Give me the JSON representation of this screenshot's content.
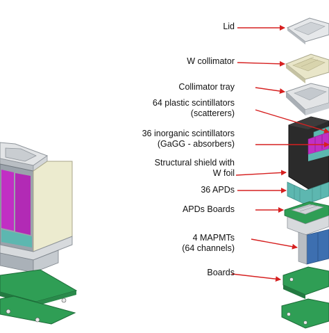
{
  "labels": {
    "lid": "Lid",
    "w_collimator": "W collimator",
    "collimator_tray": "Collimator tray",
    "plastic_line1": "64 plastic scintillators",
    "plastic_line2": "(scatterers)",
    "inorganic_line1": "36 inorganic scintillators",
    "inorganic_line2": "(GaGG - absorbers)",
    "shield_line1": "Structural shield with",
    "shield_line2": "W foil",
    "apds": "36 APDs",
    "apd_boards": "APDs Boards",
    "mapmt_line1": "4 MAPMTs",
    "mapmt_line2": "(64 channels)",
    "boards": "Boards"
  },
  "colors": {
    "arrow": "#d62020",
    "plate_light": "#e6e8ea",
    "plate_edge": "#8e949a",
    "collimator": "#e9e6c9",
    "shield_dark": "#2b2b2b",
    "magenta": "#c12fc4",
    "teal": "#5db7b0",
    "pcb_green": "#2f9e55",
    "pmt_blue": "#3d6fb0",
    "panel_cream": "#ecebcf"
  }
}
